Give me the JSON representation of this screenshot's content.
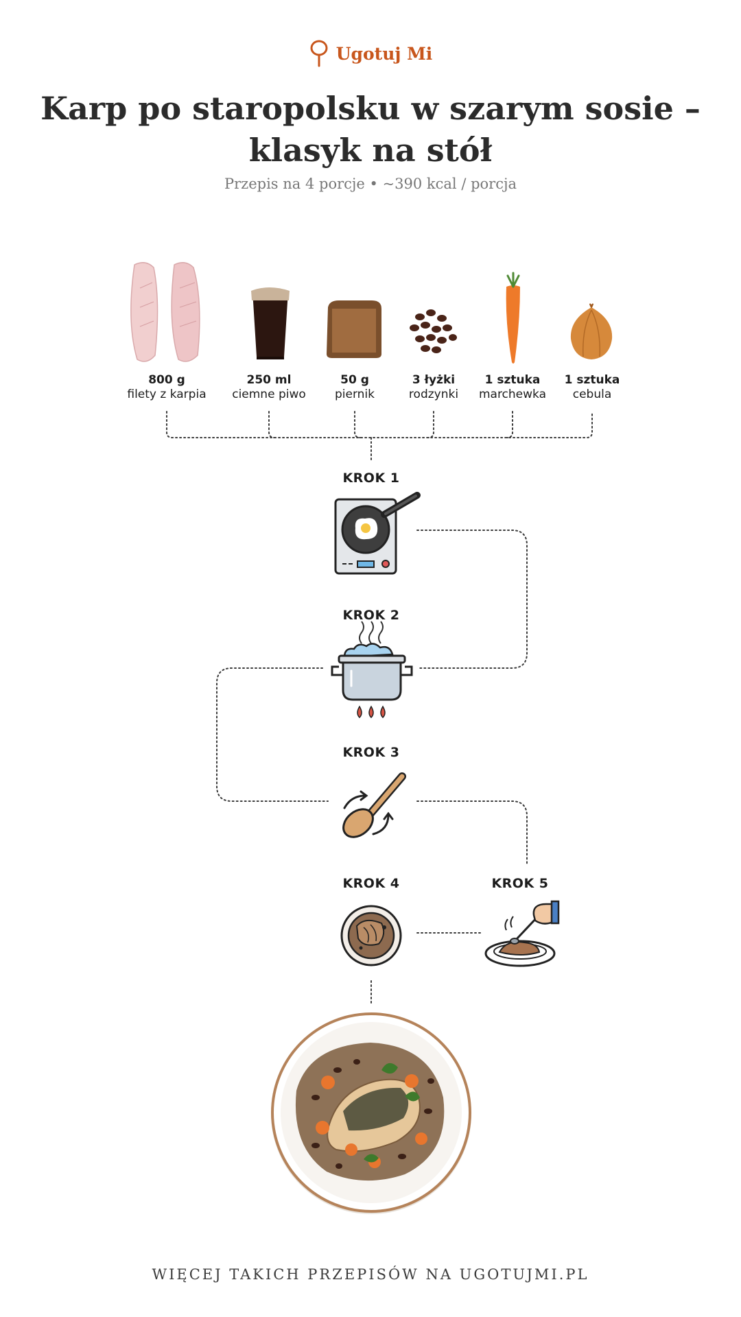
{
  "brand": {
    "name": "Ugotuj Mi",
    "icon": "spoon-logo-icon",
    "color": "#c8561c"
  },
  "header": {
    "title": "Karp po staropolsku w szarym sosie – klasyk na stół",
    "subtitle": "Przepis na 4 porcje • ~390 kcal / porcja"
  },
  "ingredients": [
    {
      "qty": "800 g",
      "name": "filety z karpia",
      "icon": "carp-fillet-icon"
    },
    {
      "qty": "250 ml",
      "name": "ciemne piwo",
      "icon": "dark-beer-icon"
    },
    {
      "qty": "50 g",
      "name": "piernik",
      "icon": "gingerbread-icon"
    },
    {
      "qty": "3 łyżki",
      "name": "rodzynki",
      "icon": "raisins-icon"
    },
    {
      "qty": "1 sztuka",
      "name": "marchewka",
      "icon": "carrot-icon"
    },
    {
      "qty": "1 sztuka",
      "name": "cebula",
      "icon": "onion-icon"
    }
  ],
  "steps": [
    {
      "label": "KROK 1",
      "icon": "frying-pan-stove-icon"
    },
    {
      "label": "KROK 2",
      "icon": "boiling-pot-icon"
    },
    {
      "label": "KROK 3",
      "icon": "stirring-spoon-icon"
    },
    {
      "label": "KROK 4",
      "icon": "sauce-bowl-icon"
    },
    {
      "label": "KROK 5",
      "icon": "plating-hand-icon"
    }
  ],
  "final_dish": {
    "icon": "finished-carp-plate-icon"
  },
  "footer": {
    "text": "WIĘCEJ TAKICH PRZEPISÓW NA UGOTUJMI.PL"
  }
}
